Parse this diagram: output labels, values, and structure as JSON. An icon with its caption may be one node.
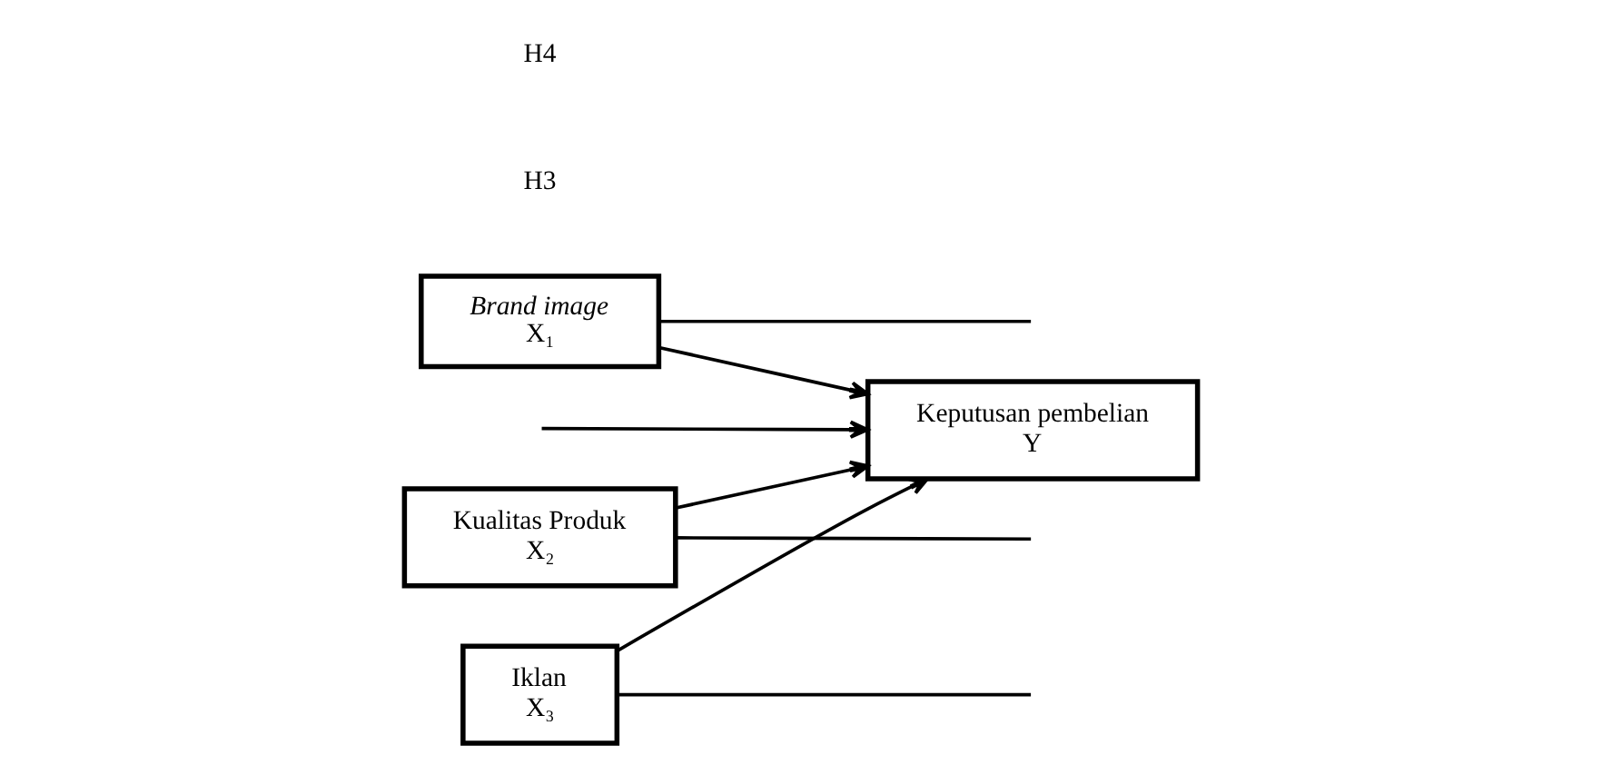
{
  "diagram": {
    "nodes": [
      {
        "text": [
          "Brand image",
          "X₁"
        ]
      },
      {
        "text": [
          "Kualitas Produk",
          "X₂"
        ]
      },
      {
        "text": [
          "Iklan",
          "X₃"
        ]
      },
      {
        "text": [
          "Keputusan pembelian",
          "Y"
        ]
      }
    ],
    "edges": [
      {
        "from": 0,
        "to": 3,
        "arrow": "to"
      },
      {
        "from": 1,
        "to": 3,
        "arrow": "to"
      },
      {
        "from": 2,
        "to": 3,
        "arrow": "to"
      },
      {
        "from": null,
        "to": 3,
        "arrow": "to"
      },
      {
        "from": 0,
        "to": null,
        "arrow": "none"
      },
      {
        "from": 1,
        "to": null,
        "arrow": "none"
      },
      {
        "from": 2,
        "to": null,
        "arrow": "none"
      }
    ],
    "labels": [
      "H3",
      "H4"
    ]
  }
}
